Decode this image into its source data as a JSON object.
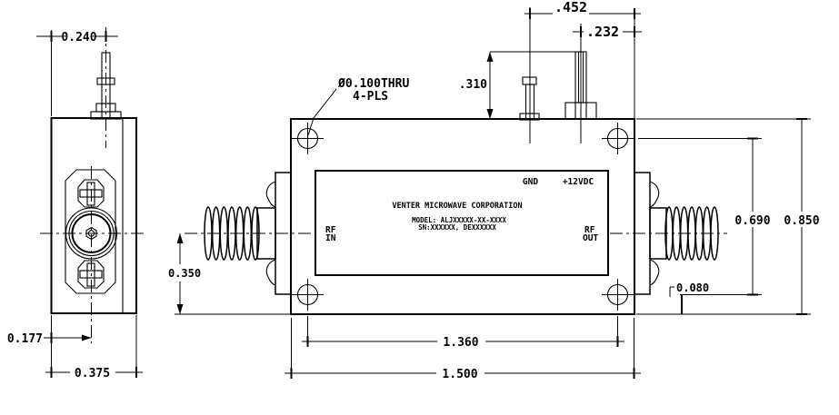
{
  "colors": {
    "ink": "#000000",
    "paper": "#ffffff"
  },
  "views": {
    "side": {
      "dims": {
        "pin_center": "0.240",
        "connector_center": "0.177",
        "body_width": "0.375"
      }
    },
    "front": {
      "callout": {
        "line1": "Ø0.100THRU",
        "line2": "4-PLS"
      },
      "label": {
        "gnd": "GND",
        "supply": "+12VDC",
        "company": "VENTER MICROWAVE CORPORATION",
        "model": "MODEL: ALJXXXXX-XX-XXXX",
        "serial": "SN:XXXXXX, DEXXXXXX",
        "rf_in_top": "RF",
        "rf_in_bottom": "IN",
        "rf_out_top": "RF",
        "rf_out_bottom": "OUT"
      },
      "dims": {
        "gnd_pin_to_edge": ".452",
        "dc_pin_to_edge": ".232",
        "pin_height": ".310",
        "hole_span_vertical": "0.690",
        "body_height": "0.850",
        "hole_edge_offset": "0.080",
        "connector_center_height": "0.350",
        "hole_span_horizontal": "1.360",
        "body_length": "1.500"
      }
    }
  }
}
